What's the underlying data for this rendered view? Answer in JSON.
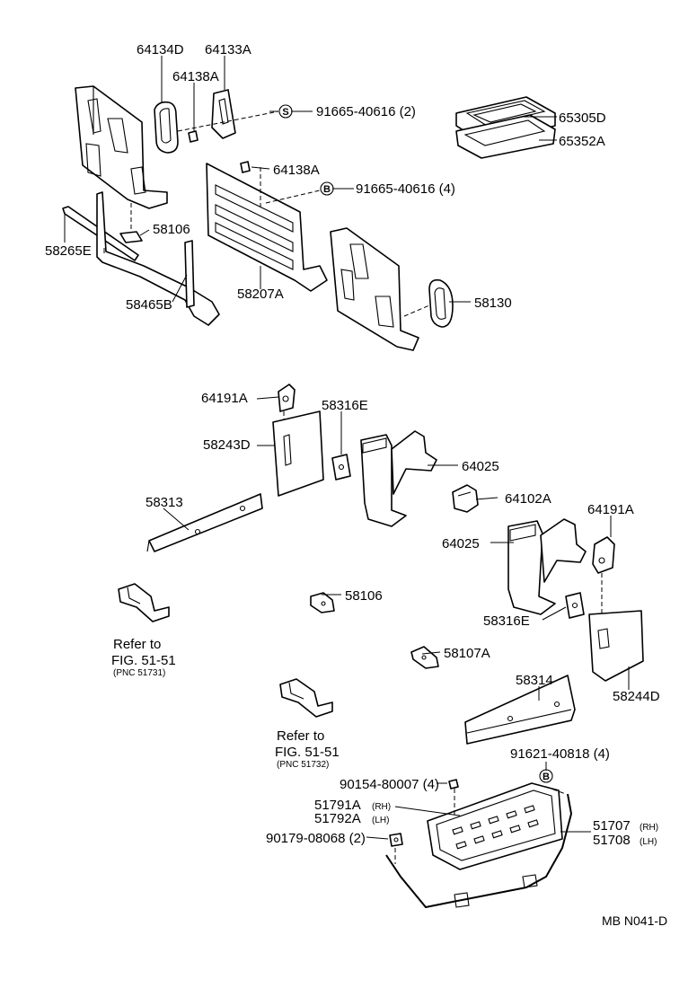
{
  "labels": {
    "p64134D": "64134D",
    "p64133A": "64133A",
    "p64138A_1": "64138A",
    "fastener_s": "91665-40616 (2)",
    "p65305D": "65305D",
    "p65352A": "65352A",
    "p64138A_2": "64138A",
    "fastener_b1": "91665-40616 (4)",
    "p58106_1": "58106",
    "p58265E": "58265E",
    "p58207A": "58207A",
    "p58465B": "58465B",
    "p58130": "58130",
    "p64191A_1": "64191A",
    "p58316E_1": "58316E",
    "p58243D": "58243D",
    "p64025_1": "64025",
    "p64102A": "64102A",
    "p64191A_2": "64191A",
    "p58313": "58313",
    "p64025_2": "64025",
    "p58106_2": "58106",
    "p58316E_2": "58316E",
    "p58107A": "58107A",
    "p58314": "58314",
    "p58244D": "58244D",
    "p91621": "91621-40818 (4)",
    "p90154": "90154-80007 (4)",
    "p51791A": "51791A",
    "p51791A_sub": "(RH)",
    "p51792A": "51792A",
    "p51792A_sub": "(LH)",
    "p90179": "90179-08068 (2)",
    "p51707": "51707",
    "p51707_sub": "(RH)",
    "p51708": "51708",
    "p51708_sub": "(LH)"
  },
  "references": [
    {
      "line1": "Refer to",
      "line2": "FIG. 51-51",
      "line3": "(PNC 51731)"
    },
    {
      "line1": "Refer to",
      "line2": "FIG. 51-51",
      "line3": "(PNC 51732)"
    }
  ],
  "symbols": {
    "s": "S",
    "b1": "B",
    "b2": "B"
  },
  "diagram_code": "MB N041-D"
}
